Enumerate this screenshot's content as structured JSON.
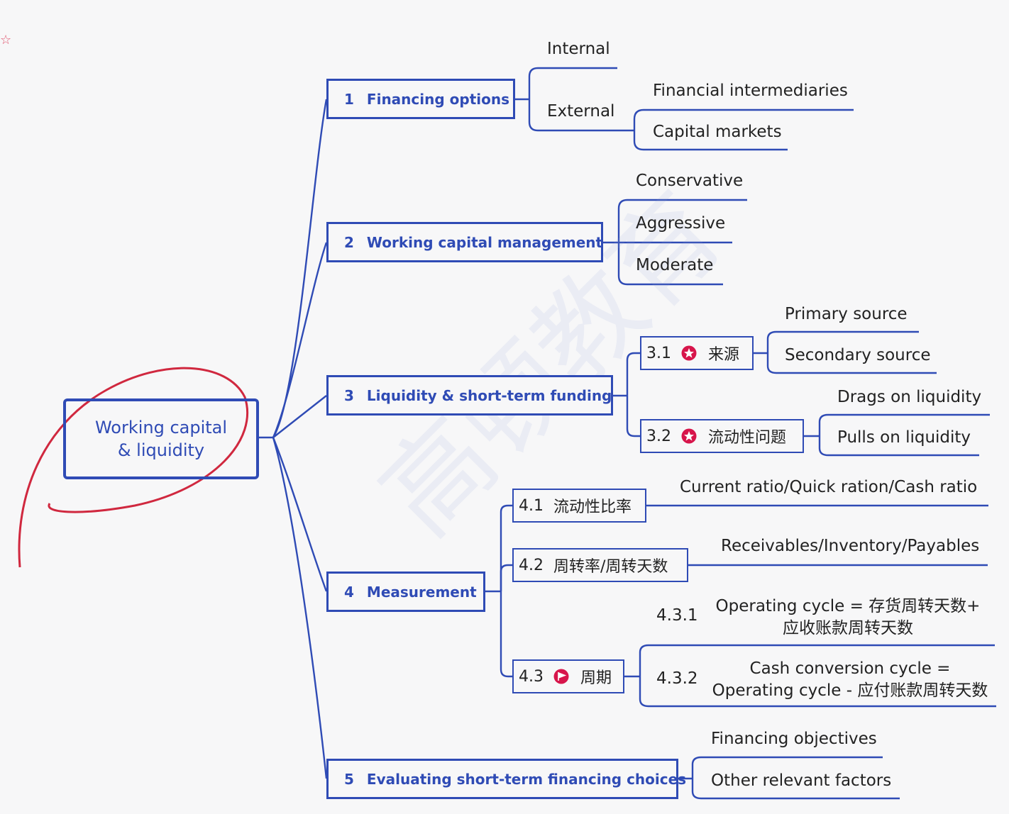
{
  "root": {
    "line1": "Working capital",
    "line2": "& liquidity"
  },
  "branches": [
    {
      "num": "1",
      "label": "Financing options"
    },
    {
      "num": "2",
      "label": "Working capital management"
    },
    {
      "num": "3",
      "label": "Liquidity & short-term funding"
    },
    {
      "num": "4",
      "label": "Measurement"
    },
    {
      "num": "5",
      "label": "Evaluating short-term financing choices"
    }
  ],
  "b1": {
    "internal": "Internal",
    "external": "External",
    "financial_intermediaries": "Financial intermediaries",
    "capital_markets": "Capital markets"
  },
  "b2": {
    "conservative": "Conservative",
    "aggressive": "Aggressive",
    "moderate": "Moderate"
  },
  "b3": {
    "s31": {
      "num": "3.1",
      "label": "来源",
      "icon": "star-badge-icon"
    },
    "primary": "Primary source",
    "secondary": "Secondary source",
    "s32": {
      "num": "3.2",
      "label": "流动性问题",
      "icon": "star-badge-icon"
    },
    "drags": "Drags on liquidity",
    "pulls": "Pulls on liquidity"
  },
  "b4": {
    "s41": {
      "num": "4.1",
      "label": "流动性比率"
    },
    "ratios": "Current ratio/Quick ration/Cash ratio",
    "s42": {
      "num": "4.2",
      "label": "周转率/周转天数"
    },
    "turnover": "Receivables/Inventory/Payables",
    "s43": {
      "num": "4.3",
      "label": "周期",
      "icon": "flag-badge-icon"
    },
    "s431": {
      "num": "4.3.1",
      "line1": "Operating cycle = 存货周转天数+",
      "line2": "应收账款周转天数"
    },
    "s432": {
      "num": "4.3.2",
      "line1": "Cash conversion cycle =",
      "line2": "Operating cycle - 应付账款周转天数"
    }
  },
  "b5": {
    "objectives": "Financing objectives",
    "other": "Other relevant factors"
  },
  "colors": {
    "line": "#2f4bb5",
    "badge": "#d7154b",
    "annotation": "#d0283f"
  }
}
